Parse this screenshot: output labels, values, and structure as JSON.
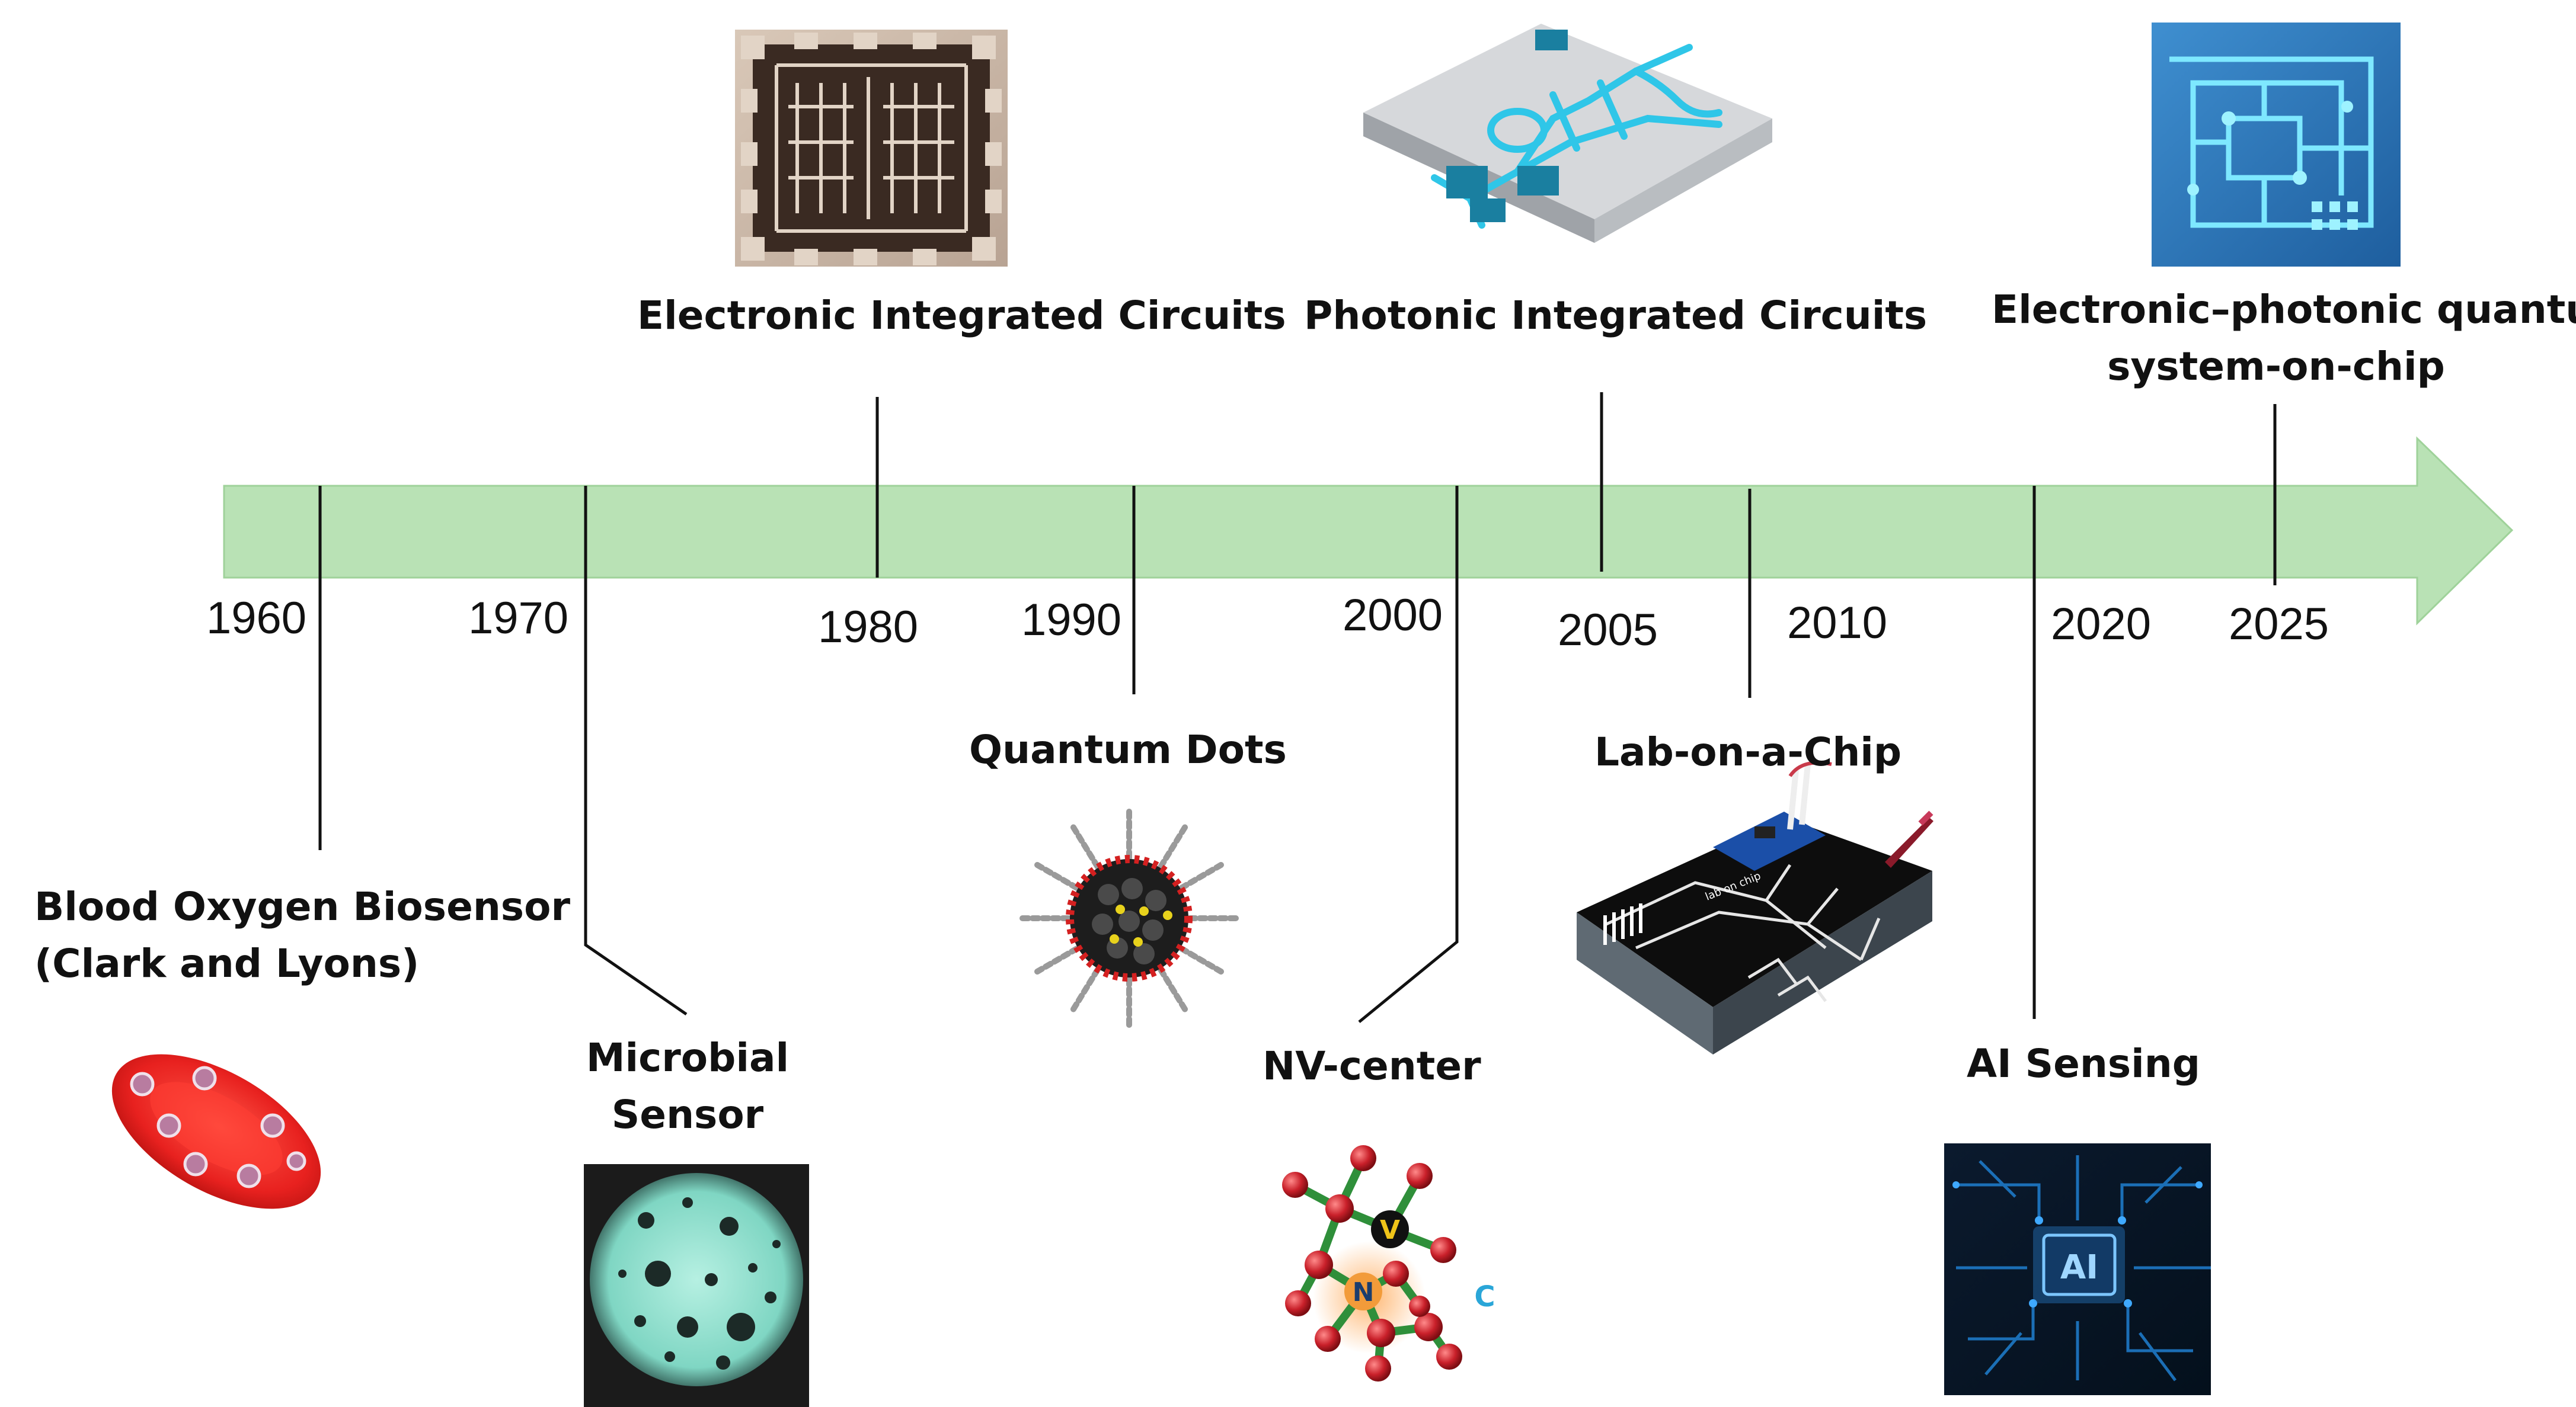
{
  "years": [
    "1960",
    "1970",
    "1980",
    "1990",
    "2000",
    "2005",
    "2010",
    "2020",
    "2025"
  ],
  "milestones": {
    "eic": "Electronic Integrated Circuits",
    "pic": "Photonic Integrated Circuits",
    "epq_line1": "Electronic–photonic quantum",
    "epq_line2": "system-on-chip",
    "blood_line1": "Blood Oxygen Biosensor",
    "blood_line2": "(Clark and Lyons)",
    "microbial_line1": "Microbial",
    "microbial_line2": "Sensor",
    "qd": "Quantum Dots",
    "nv": "NV-center",
    "loc": "Lab-on-a-Chip",
    "ai": "AI Sensing"
  },
  "image_text": {
    "ai_chip": "AI",
    "nv_v": "V",
    "nv_n": "N",
    "nv_c": "C",
    "loc_chip": "lab on chip"
  },
  "colors": {
    "arrow_fill": "#b9e2b5",
    "arrow_stroke": "#9fd29a",
    "rbc": "#e8211f",
    "nv_atom": "#c9202a",
    "nv_bond": "#2f8f3a"
  }
}
